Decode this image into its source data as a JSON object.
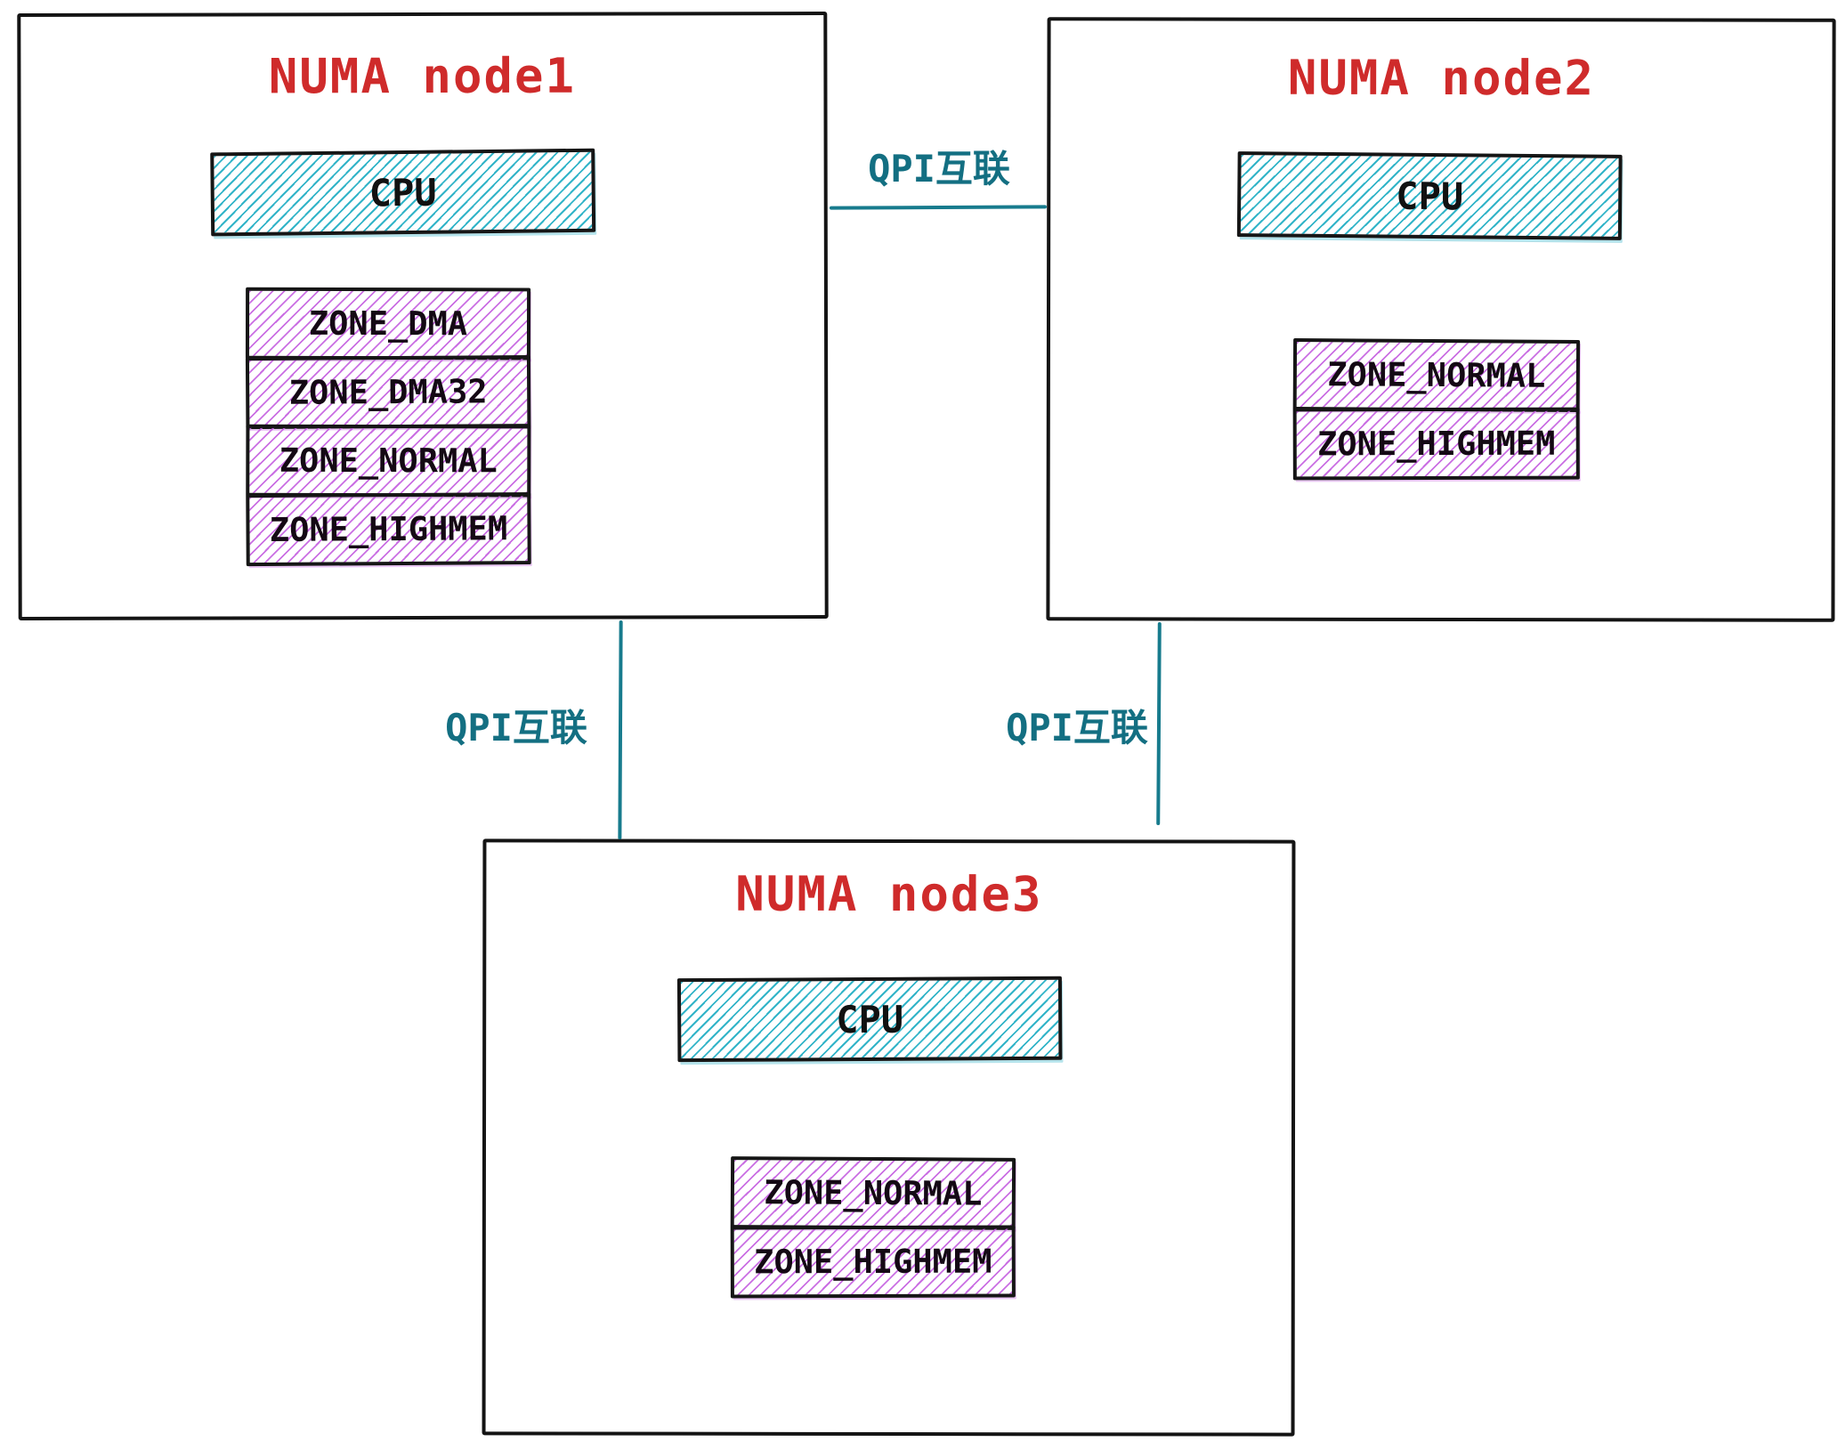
{
  "diagram": {
    "type": "numa-architecture",
    "colors": {
      "node_title": "#cf2b2b",
      "box_stroke": "#161616",
      "cpu_hatch": "#27b0c5",
      "zone_hatch": "#c45fe0",
      "link": "#177b8d",
      "background": "#ffffff"
    },
    "nodes": [
      {
        "id": "node1",
        "title": "NUMA node1",
        "cpu_label": "CPU",
        "zones": [
          "ZONE_DMA",
          "ZONE_DMA32",
          "ZONE_NORMAL",
          "ZONE_HIGHMEM"
        ]
      },
      {
        "id": "node2",
        "title": "NUMA node2",
        "cpu_label": "CPU",
        "zones": [
          "ZONE_NORMAL",
          "ZONE_HIGHMEM"
        ]
      },
      {
        "id": "node3",
        "title": "NUMA node3",
        "cpu_label": "CPU",
        "zones": [
          "ZONE_NORMAL",
          "ZONE_HIGHMEM"
        ]
      }
    ],
    "links": [
      {
        "from": "node1",
        "to": "node2",
        "label": "QPI互联"
      },
      {
        "from": "node1",
        "to": "node3",
        "label": "QPI互联"
      },
      {
        "from": "node2",
        "to": "node3",
        "label": "QPI互联"
      }
    ]
  }
}
